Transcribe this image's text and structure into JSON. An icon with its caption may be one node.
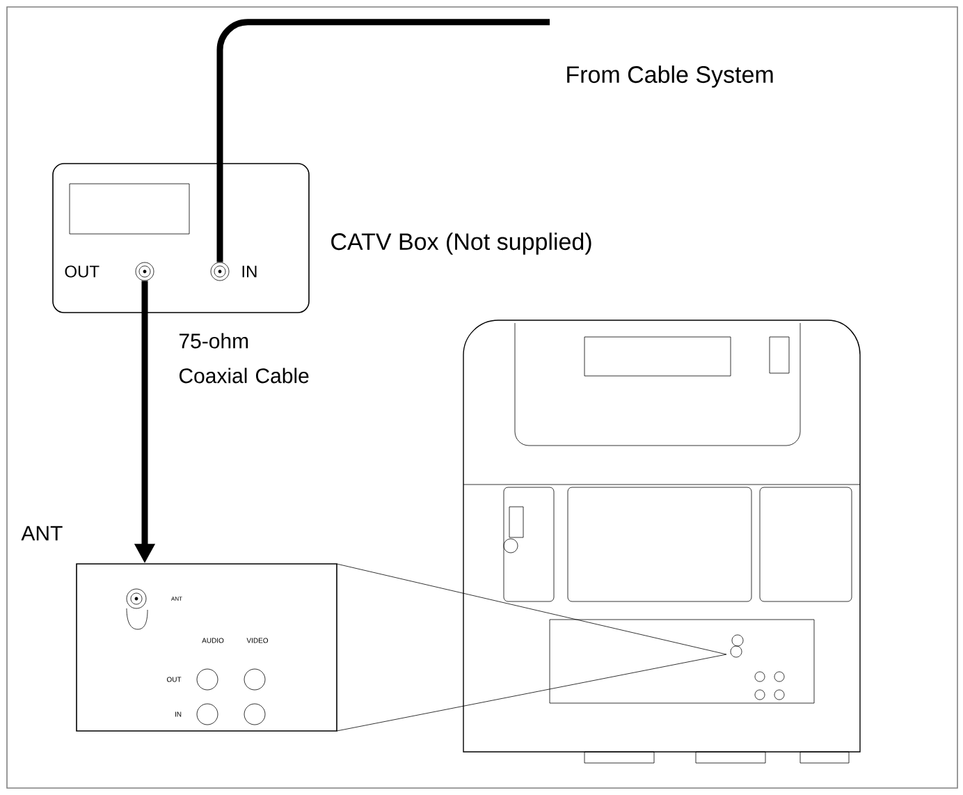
{
  "diagram": {
    "nodes": [
      {
        "text": [
          "From Cable System"
        ]
      },
      {
        "text": [],
        "shape": "box",
        "beside": [
          "CATV Box (Not supplied)"
        ]
      },
      {
        "text": [],
        "shape": "circle",
        "in": 1,
        "beside": [
          "OUT"
        ]
      },
      {
        "text": [],
        "shape": "circle",
        "in": 1,
        "beside": [
          "IN"
        ]
      },
      {
        "text": [],
        "shape": "box",
        "beside": [
          "ANT"
        ]
      }
    ],
    "edges": [
      {
        "from": 0,
        "to": 3,
        "arrow": "none"
      },
      {
        "from": 2,
        "to": 4,
        "arrow": "to",
        "label": "75-ohm Coaxial Cable"
      }
    ],
    "labels": [
      "ANT",
      "AUDIO",
      "VIDEO",
      "OUT",
      "IN"
    ]
  }
}
